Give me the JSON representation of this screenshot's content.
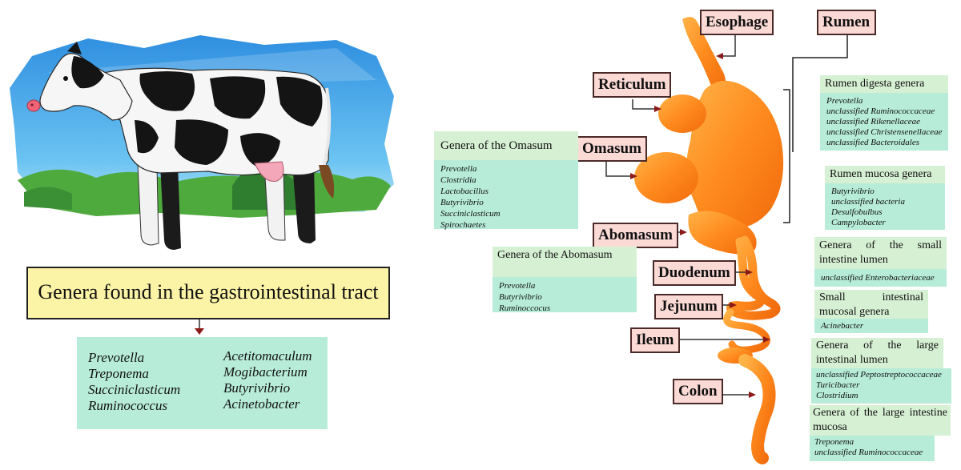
{
  "title": "Genera found in the gastrointestinal tract",
  "main_genera": {
    "left": [
      "Prevotella",
      "Treponema",
      "Succiniclasticum",
      "Ruminococcus"
    ],
    "right": [
      "Acetitomaculum",
      "Mogibacterium",
      "Butyrivibrio",
      "Acinetobacter"
    ]
  },
  "organs": {
    "esophage": "Esophage",
    "rumen": "Rumen",
    "reticulum": "Reticulum",
    "omasum": "Omasum",
    "abomasum": "Abomasum",
    "duodenum": "Duodenum",
    "jejunum": "Jejunum",
    "ileum": "Ileum",
    "colon": "Colon"
  },
  "panels": {
    "omasum": {
      "title": "Genera of the Omasum",
      "items": [
        "Prevotella",
        "Clostridia",
        "Lactobacillus",
        "Butyrivibrio",
        "Succiniclasticum",
        "Spirochaetes"
      ]
    },
    "abomasum": {
      "title": "Genera of the Abomasum",
      "items": [
        "Prevotella",
        "Butyrivibrio",
        "Ruminoccocus"
      ]
    },
    "rumen_digesta": {
      "title": "Rumen digesta genera",
      "items": [
        "Prevotella",
        "unclassified Ruminococcaceae",
        "unclassified Rikenellaceae",
        "unclassified Christensenellaceae",
        "unclassified Bacteroidales"
      ]
    },
    "rumen_mucosa": {
      "title": "Rumen mucosa genera",
      "items": [
        "Butyrivibrio",
        "unclassified bacteria",
        "Desulfobulbus",
        "Campylobacter"
      ]
    },
    "small_lumen": {
      "title": "Genera of the small intestine lumen",
      "items": [
        "unclassified Enterobacteriaceae"
      ]
    },
    "small_mucosal": {
      "title": "Small intestinal mucosal genera",
      "items": [
        "Acinebacter"
      ]
    },
    "large_lumen": {
      "title": "Genera of the large intestinal lumen",
      "items": [
        "unclassified Peptostreptococcaceae",
        "Turicibacter",
        "Clostridium"
      ]
    },
    "large_mucosa": {
      "title": "Genera of the large intestine mucosa",
      "items": [
        "Treponema",
        "unclassified Ruminococcaceae"
      ]
    }
  },
  "colors": {
    "organ_fill": "#ff8a1e",
    "label_bg": "#fbdad6",
    "panel_head": "#d6f0d3",
    "panel_body": "#b7ecd9",
    "title_bg": "#fbf3a6",
    "arrow": "#8b1a1a"
  }
}
